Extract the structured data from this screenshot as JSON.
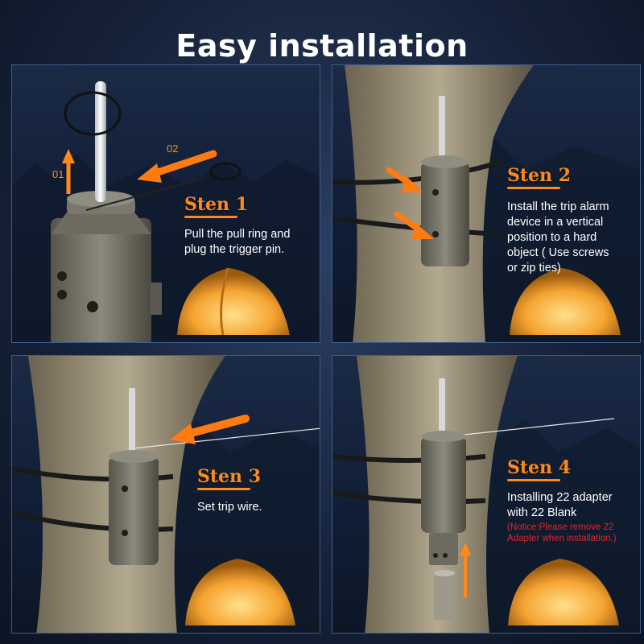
{
  "header": {
    "title": "Easy installation"
  },
  "steps": [
    {
      "heading": "Sten 1",
      "lines": [
        "Pull the pull ring and",
        "plug the trigger pin."
      ],
      "arrow_labels": [
        "01",
        "02"
      ]
    },
    {
      "heading": "Sten 2",
      "lines": [
        "Install the trip alarm",
        "device in a vertical",
        "position to a hard",
        "object ( Use screws",
        "or zip ties)"
      ]
    },
    {
      "heading": "Sten 3",
      "lines": [
        "Set trip wire."
      ]
    },
    {
      "heading": "Sten 4",
      "lines": [
        "Installing 22 adapter",
        "with 22 Blank"
      ],
      "notice": [
        "(Notice:Please remove 22",
        "Adapter when installation.)"
      ]
    }
  ],
  "colors": {
    "accent": "#ff8a1c",
    "notice": "#e0282a",
    "text": "#ffffff",
    "frame": "#3f5b8a"
  }
}
